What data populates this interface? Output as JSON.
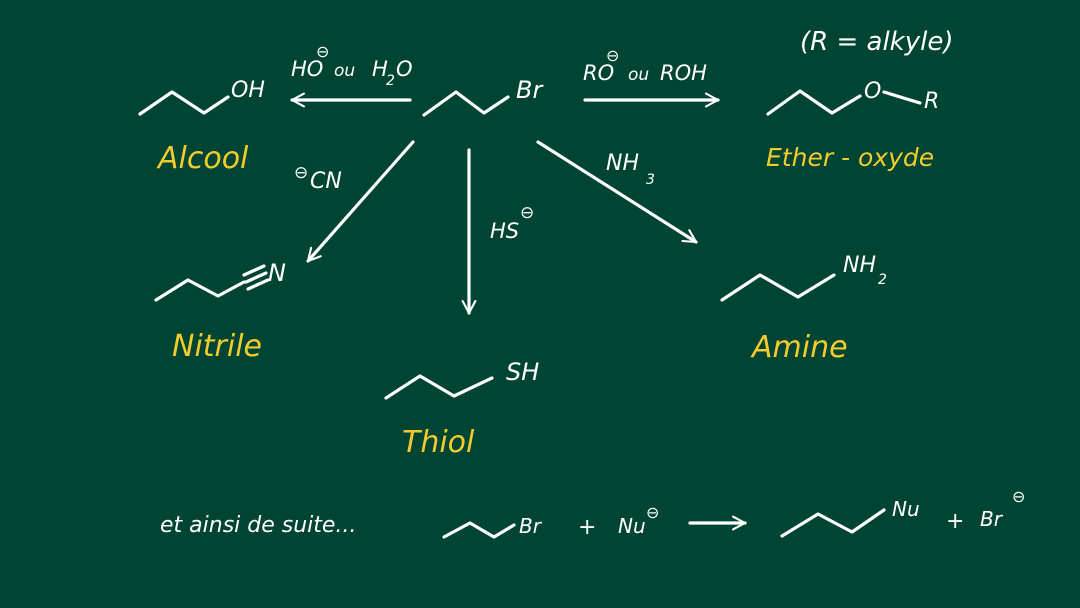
{
  "reactant": {
    "leaving_group": "Br"
  },
  "reactions": [
    {
      "id": "alcool",
      "reagent_main": "HO",
      "reagent_charge": "⊖",
      "reagent_join": "ou",
      "reagent_alt": "H",
      "reagent_alt_sub": "2",
      "reagent_alt_end": "O",
      "product_group": "OH",
      "product_label": "Alcool"
    },
    {
      "id": "ether",
      "reagent_main": "RO",
      "reagent_charge": "⊖",
      "reagent_join": "ou",
      "reagent_alt": "ROH",
      "note": "(R = alkyle)",
      "product_group_a": "O",
      "product_group_b": "R",
      "product_label": "Ether - oxyde"
    },
    {
      "id": "nitrile",
      "reagent_charge": "⊖",
      "reagent_main": "CN",
      "product_group": "N",
      "product_label": "Nitrile"
    },
    {
      "id": "thiol",
      "reagent_main": "HS",
      "reagent_charge": "⊖",
      "product_group": "SH",
      "product_label": "Thiol"
    },
    {
      "id": "amine",
      "reagent_main": "NH",
      "reagent_sub": "3",
      "product_group": "NH",
      "product_group_sub": "2",
      "product_label": "Amine"
    }
  ],
  "general_equation": {
    "intro": "et ainsi de suite...",
    "reactant_group": "Br",
    "plus_1": "+",
    "nucleophile": "Nu",
    "nucleophile_charge": "⊖",
    "product_group": "Nu",
    "plus_2": "+",
    "byproduct": "Br",
    "byproduct_charge": "⊖"
  }
}
